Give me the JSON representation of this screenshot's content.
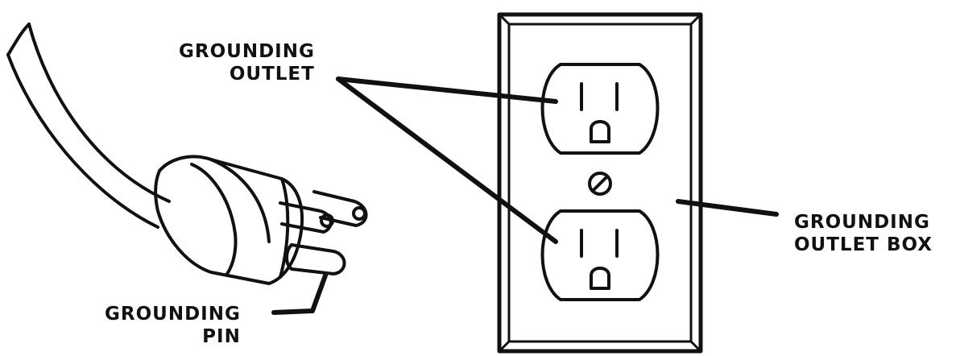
{
  "labels": {
    "grounding_outlet": [
      "GROUNDING",
      "OUTLET"
    ],
    "grounding_pin": [
      "GROUNDING",
      "PIN"
    ],
    "grounding_outlet_box": [
      "GROUNDING",
      "OUTLET BOX"
    ]
  },
  "colors": {
    "ink": "#111111",
    "background": "#ffffff"
  }
}
